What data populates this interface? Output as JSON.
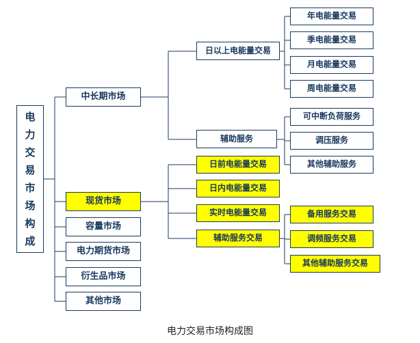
{
  "diagram": {
    "caption": "电力交易市场构成图",
    "nodes": {
      "root": "电力交易市场构成",
      "mid_long_market": "中长期市场",
      "daily_plus_energy": "日以上电能量交易",
      "annual_energy": "年电能量交易",
      "quarterly_energy": "季电能量交易",
      "monthly_energy": "月电能量交易",
      "weekly_energy": "周电能量交易",
      "ancillary_services": "辅助服务",
      "interruptible_load": "可中断负荷服务",
      "voltage_regulation": "调压服务",
      "other_ancillary": "其他辅助服务",
      "spot_market": "现货市场",
      "day_ahead_energy": "日前电能量交易",
      "intraday_energy": "日内电能量交易",
      "realtime_energy": "实时电能量交易",
      "ancillary_trading": "辅助服务交易",
      "reserve_trading": "备用服务交易",
      "freq_regulation_trading": "调频服务交易",
      "other_ancillary_trading": "其他辅助服务交易",
      "capacity_market": "容量市场",
      "futures_market": "电力期货市场",
      "derivatives_market": "衍生品市场",
      "other_market": "其他市场"
    },
    "hierarchy": {
      "root": [
        "mid_long_market",
        "spot_market",
        "capacity_market",
        "futures_market",
        "derivatives_market",
        "other_market"
      ],
      "mid_long_market": [
        "daily_plus_energy",
        "ancillary_services"
      ],
      "daily_plus_energy": [
        "annual_energy",
        "quarterly_energy",
        "monthly_energy",
        "weekly_energy"
      ],
      "ancillary_services": [
        "interruptible_load",
        "voltage_regulation",
        "other_ancillary"
      ],
      "spot_market": [
        "day_ahead_energy",
        "intraday_energy",
        "realtime_energy",
        "ancillary_trading"
      ],
      "ancillary_trading": [
        "reserve_trading",
        "freq_regulation_trading",
        "other_ancillary_trading"
      ]
    },
    "highlighted_nodes": [
      "spot_market",
      "day_ahead_energy",
      "intraday_energy",
      "realtime_energy",
      "ancillary_trading",
      "reserve_trading",
      "freq_regulation_trading",
      "other_ancillary_trading"
    ],
    "colors": {
      "border": "#17375E",
      "text": "#17375E",
      "line": "#17375E",
      "highlight": "#FFFF00",
      "background": "#FFFFFF"
    }
  }
}
